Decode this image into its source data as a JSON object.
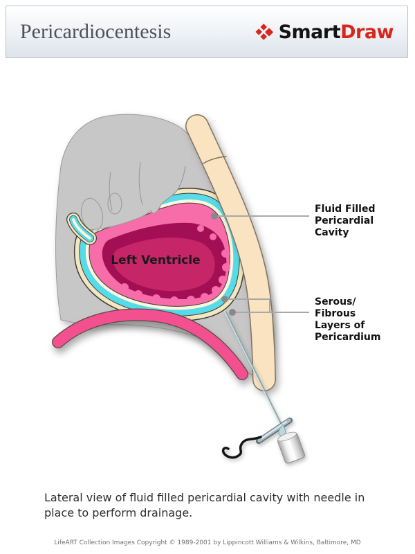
{
  "header": {
    "title": "Pericardiocentesis",
    "brand": {
      "smart": "Smart",
      "draw": "Draw"
    }
  },
  "figure": {
    "ventricle_label": "Left Ventricle",
    "callouts": [
      {
        "lines": [
          "Fluid Filled",
          "Pericardial",
          "Cavity"
        ]
      },
      {
        "lines": [
          "Serous/",
          "Fibrous",
          "Layers of",
          "Pericardium"
        ]
      }
    ]
  },
  "caption": "Lateral view of fluid filled pericardial cavity with needle in place to perform drainage.",
  "footer": "LifeART Collection Images Copyright © 1989-2001 by Lippincott Williams & Wilkins, Baltimore, MD",
  "colors": {
    "brand_red": "#d9251c",
    "body_gray": "#c7c7c7",
    "pericardial_fluid_cyan": "#57dbe8",
    "heart_wall_pink": "#f76da9",
    "ventricle_magenta": "#a30f55",
    "diaphragm_pink": "#f2508f",
    "bone_cream": "#fae3c1",
    "fibrous_layer_cream": "#f3e7c2"
  }
}
